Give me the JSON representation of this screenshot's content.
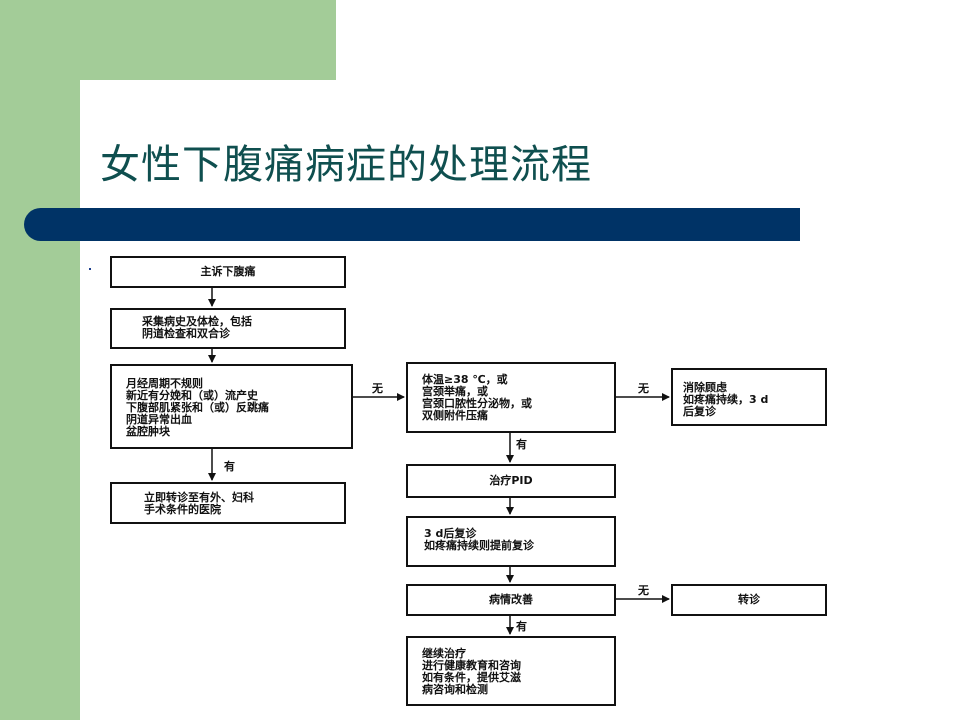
{
  "slide": {
    "title": "女性下腹痛病症的处理流程",
    "colors": {
      "green": "#a3cc98",
      "navy": "#003366",
      "title": "#0f4f4f"
    }
  },
  "flowchart": {
    "nodes": {
      "chief_complaint": "主诉下腹痛",
      "history": "采集病史及体检，包括\n阴道检查和双合诊",
      "symptoms": "月经周期不规则\n新近有分娩和（或）流产史\n下腹部肌紧张和（或）反跳痛\n阴道异常出血\n盆腔肿块",
      "referral_surgery": "立即转诊至有外、妇科\n手术条件的医院",
      "signs": "体温≥38 ℃，或\n宫颈举痛，或\n宫颈口脓性分泌物，或\n双侧附件压痛",
      "reassure": "消除顾虑\n如疼痛持续，3 d\n后复诊",
      "treat_pid": "治疗PID",
      "followup": "3 d后复诊\n如疼痛持续则提前复诊",
      "improved": "病情改善",
      "refer": "转诊",
      "continue": "继续治疗\n进行健康教育和咨询\n如有条件，提供艾滋\n病咨询和检测"
    },
    "labels": {
      "symptoms_no": "无",
      "symptoms_yes": "有",
      "signs_no": "无",
      "signs_yes": "有",
      "improved_no": "无",
      "improved_yes": "有"
    }
  }
}
